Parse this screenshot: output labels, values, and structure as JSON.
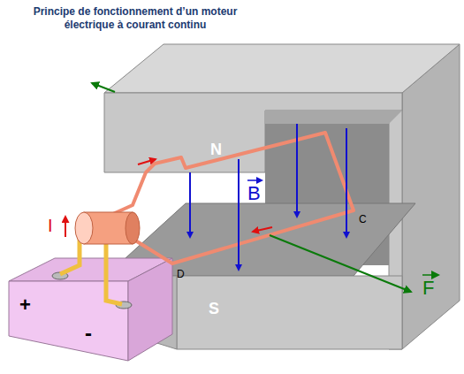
{
  "diagram": {
    "title": "Principe de fonctionnement d’un moteur électrique à courant continu",
    "labels": [
      "N",
      "B",
      "C",
      "D",
      "S",
      "F",
      "I",
      "+",
      "-"
    ]
  }
}
